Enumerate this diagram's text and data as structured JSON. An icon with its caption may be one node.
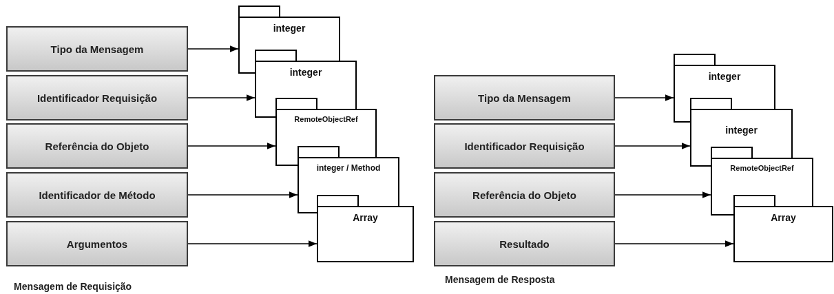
{
  "diagram": {
    "nodes": [
      {
        "text": [
          "Tipo da Mensagem"
        ]
      },
      {
        "text": [
          "Identificador Requisição"
        ]
      },
      {
        "text": [
          "Referência do Objeto"
        ]
      },
      {
        "text": [
          "Identificador de Método"
        ]
      },
      {
        "text": [
          "Argumentos"
        ]
      },
      {
        "text": [
          "integer"
        ]
      },
      {
        "text": [
          "integer"
        ]
      },
      {
        "text": [
          "RemoteObjectRef"
        ]
      },
      {
        "text": [
          "integer / Method"
        ]
      },
      {
        "text": [
          "Array"
        ]
      },
      {
        "text": [
          "Tipo da Mensagem"
        ]
      },
      {
        "text": [
          "Identificador Requisição"
        ]
      },
      {
        "text": [
          "Referência do Objeto"
        ]
      },
      {
        "text": [
          "Resultado"
        ]
      },
      {
        "text": [
          "integer"
        ]
      },
      {
        "text": [
          "integer"
        ]
      },
      {
        "text": [
          "RemoteObjectRef"
        ]
      },
      {
        "text": [
          "Array"
        ]
      }
    ],
    "edges": [
      {
        "from": 0,
        "to": 5,
        "arrow": "to"
      },
      {
        "from": 1,
        "to": 6,
        "arrow": "to"
      },
      {
        "from": 2,
        "to": 7,
        "arrow": "to"
      },
      {
        "from": 3,
        "to": 8,
        "arrow": "to"
      },
      {
        "from": 4,
        "to": 9,
        "arrow": "to"
      },
      {
        "from": 10,
        "to": 14,
        "arrow": "to"
      },
      {
        "from": 11,
        "to": 15,
        "arrow": "to"
      },
      {
        "from": 12,
        "to": 16,
        "arrow": "to"
      },
      {
        "from": 13,
        "to": 17,
        "arrow": "to"
      }
    ],
    "labels": [
      "Mensagem de Requisição",
      "Mensagem de Resposta"
    ]
  }
}
